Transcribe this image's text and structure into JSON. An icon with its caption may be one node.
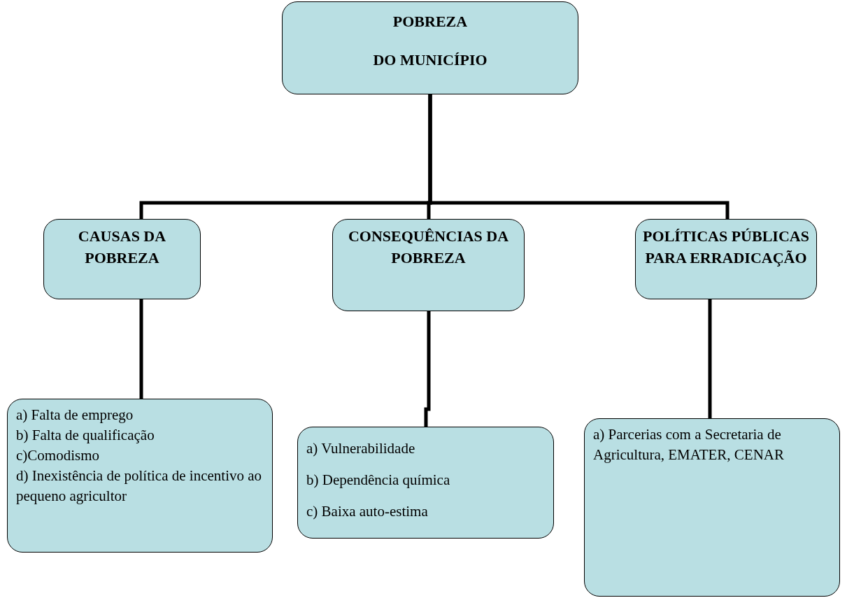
{
  "diagram": {
    "nodes": [
      {
        "text": [
          "POBREZA",
          "DO MUNICÍPIO"
        ]
      },
      {
        "text": [
          "CAUSAS DA POBREZA"
        ]
      },
      {
        "text": [
          "CONSEQUÊNCIAS DA POBREZA"
        ]
      },
      {
        "text": [
          "POLÍTICAS PÚBLICAS PARA ERRADICAÇÃO"
        ]
      },
      {
        "text": [
          "a) Falta de emprego",
          "b) Falta de qualificação",
          "c)Comodismo",
          "d) Inexistência de política de incentivo ao pequeno agricultor"
        ]
      },
      {
        "text": [
          "a) Vulnerabilidade",
          "b) Dependência química",
          "c) Baixa auto-estima"
        ]
      },
      {
        "text": [
          "a) Parcerias com a Secretaria de Agricultura, EMATER, CENAR"
        ]
      }
    ],
    "edges": [
      {
        "from": 0,
        "to": 1,
        "arrow": "none"
      },
      {
        "from": 0,
        "to": 2,
        "arrow": "none"
      },
      {
        "from": 0,
        "to": 3,
        "arrow": "none"
      },
      {
        "from": 1,
        "to": 4,
        "arrow": "none"
      },
      {
        "from": 2,
        "to": 5,
        "arrow": "none"
      },
      {
        "from": 3,
        "to": 6,
        "arrow": "none"
      }
    ]
  }
}
